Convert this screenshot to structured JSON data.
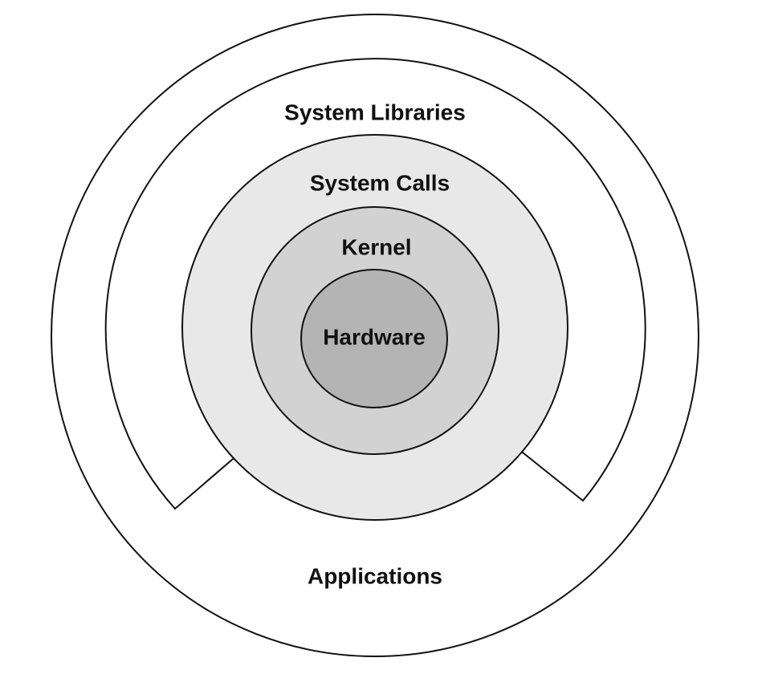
{
  "diagram": {
    "layers": {
      "applications": {
        "label": "Applications",
        "fill": "#ffffff"
      },
      "system_libraries": {
        "label": "System Libraries",
        "fill": "#ffffff"
      },
      "system_calls": {
        "label": "System Calls",
        "fill": "#e8e8e8"
      },
      "kernel": {
        "label": "Kernel",
        "fill": "#d2d2d2"
      },
      "hardware": {
        "label": "Hardware",
        "fill": "#b4b4b4"
      }
    },
    "stroke_color": "#111111"
  }
}
